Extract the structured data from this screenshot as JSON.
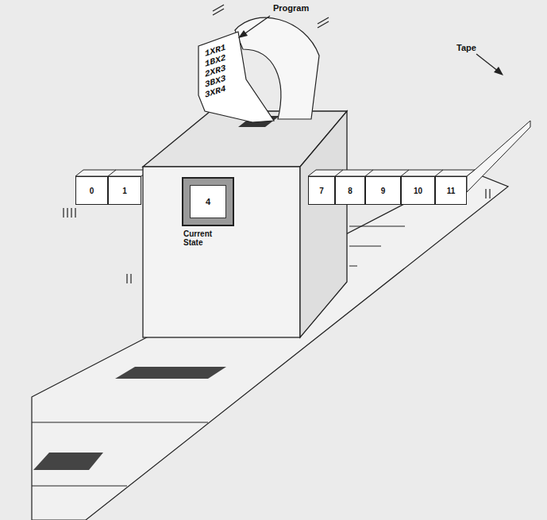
{
  "diagram": {
    "nodes": [
      {
        "text": [
          "1XR1",
          "1BX2",
          "2XR3",
          "3BX3",
          "3XR4"
        ]
      },
      {
        "text": [
          "0"
        ]
      },
      {
        "text": [
          "1"
        ]
      },
      {
        "text": [
          "4",
          "Current State"
        ]
      },
      {
        "text": [
          "7"
        ]
      },
      {
        "text": [
          "8"
        ]
      },
      {
        "text": [
          "9"
        ]
      },
      {
        "text": [
          "10"
        ]
      },
      {
        "text": [
          "11"
        ]
      }
    ],
    "labels": [
      "Program",
      "Tape"
    ]
  }
}
